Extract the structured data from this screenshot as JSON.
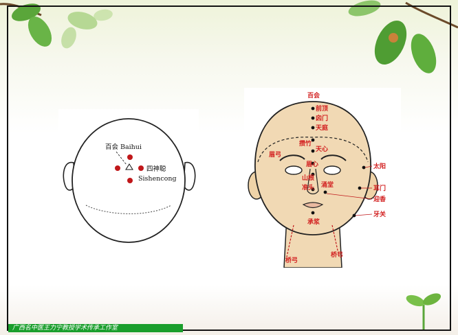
{
  "slide": {
    "footer": "广西名中医王力宁教授学术传承工作室"
  },
  "back_view": {
    "baihui_cn": "百会",
    "baihui_en": "Baihui",
    "sishencong_cn": "四神聪",
    "sishencong_en": "Sishencong"
  },
  "front_view": {
    "baihui": "百会",
    "qianding": "前顶",
    "xinmen": "囟门",
    "tianting": "天庭",
    "cuanzhu": "攒竹",
    "tianxin": "天心",
    "meigong": "眉弓",
    "meixin": "眉心",
    "shangen": "山根",
    "zhuntou": "准头",
    "yongtang": "涌堂",
    "taiyang": "太阳",
    "ermen": "耳门",
    "yingxiang": "迎香",
    "yaguan": "牙关",
    "chengjiang": "承浆",
    "qiaogong_left": "桥弓",
    "qiaogong_right": "桥弓"
  }
}
